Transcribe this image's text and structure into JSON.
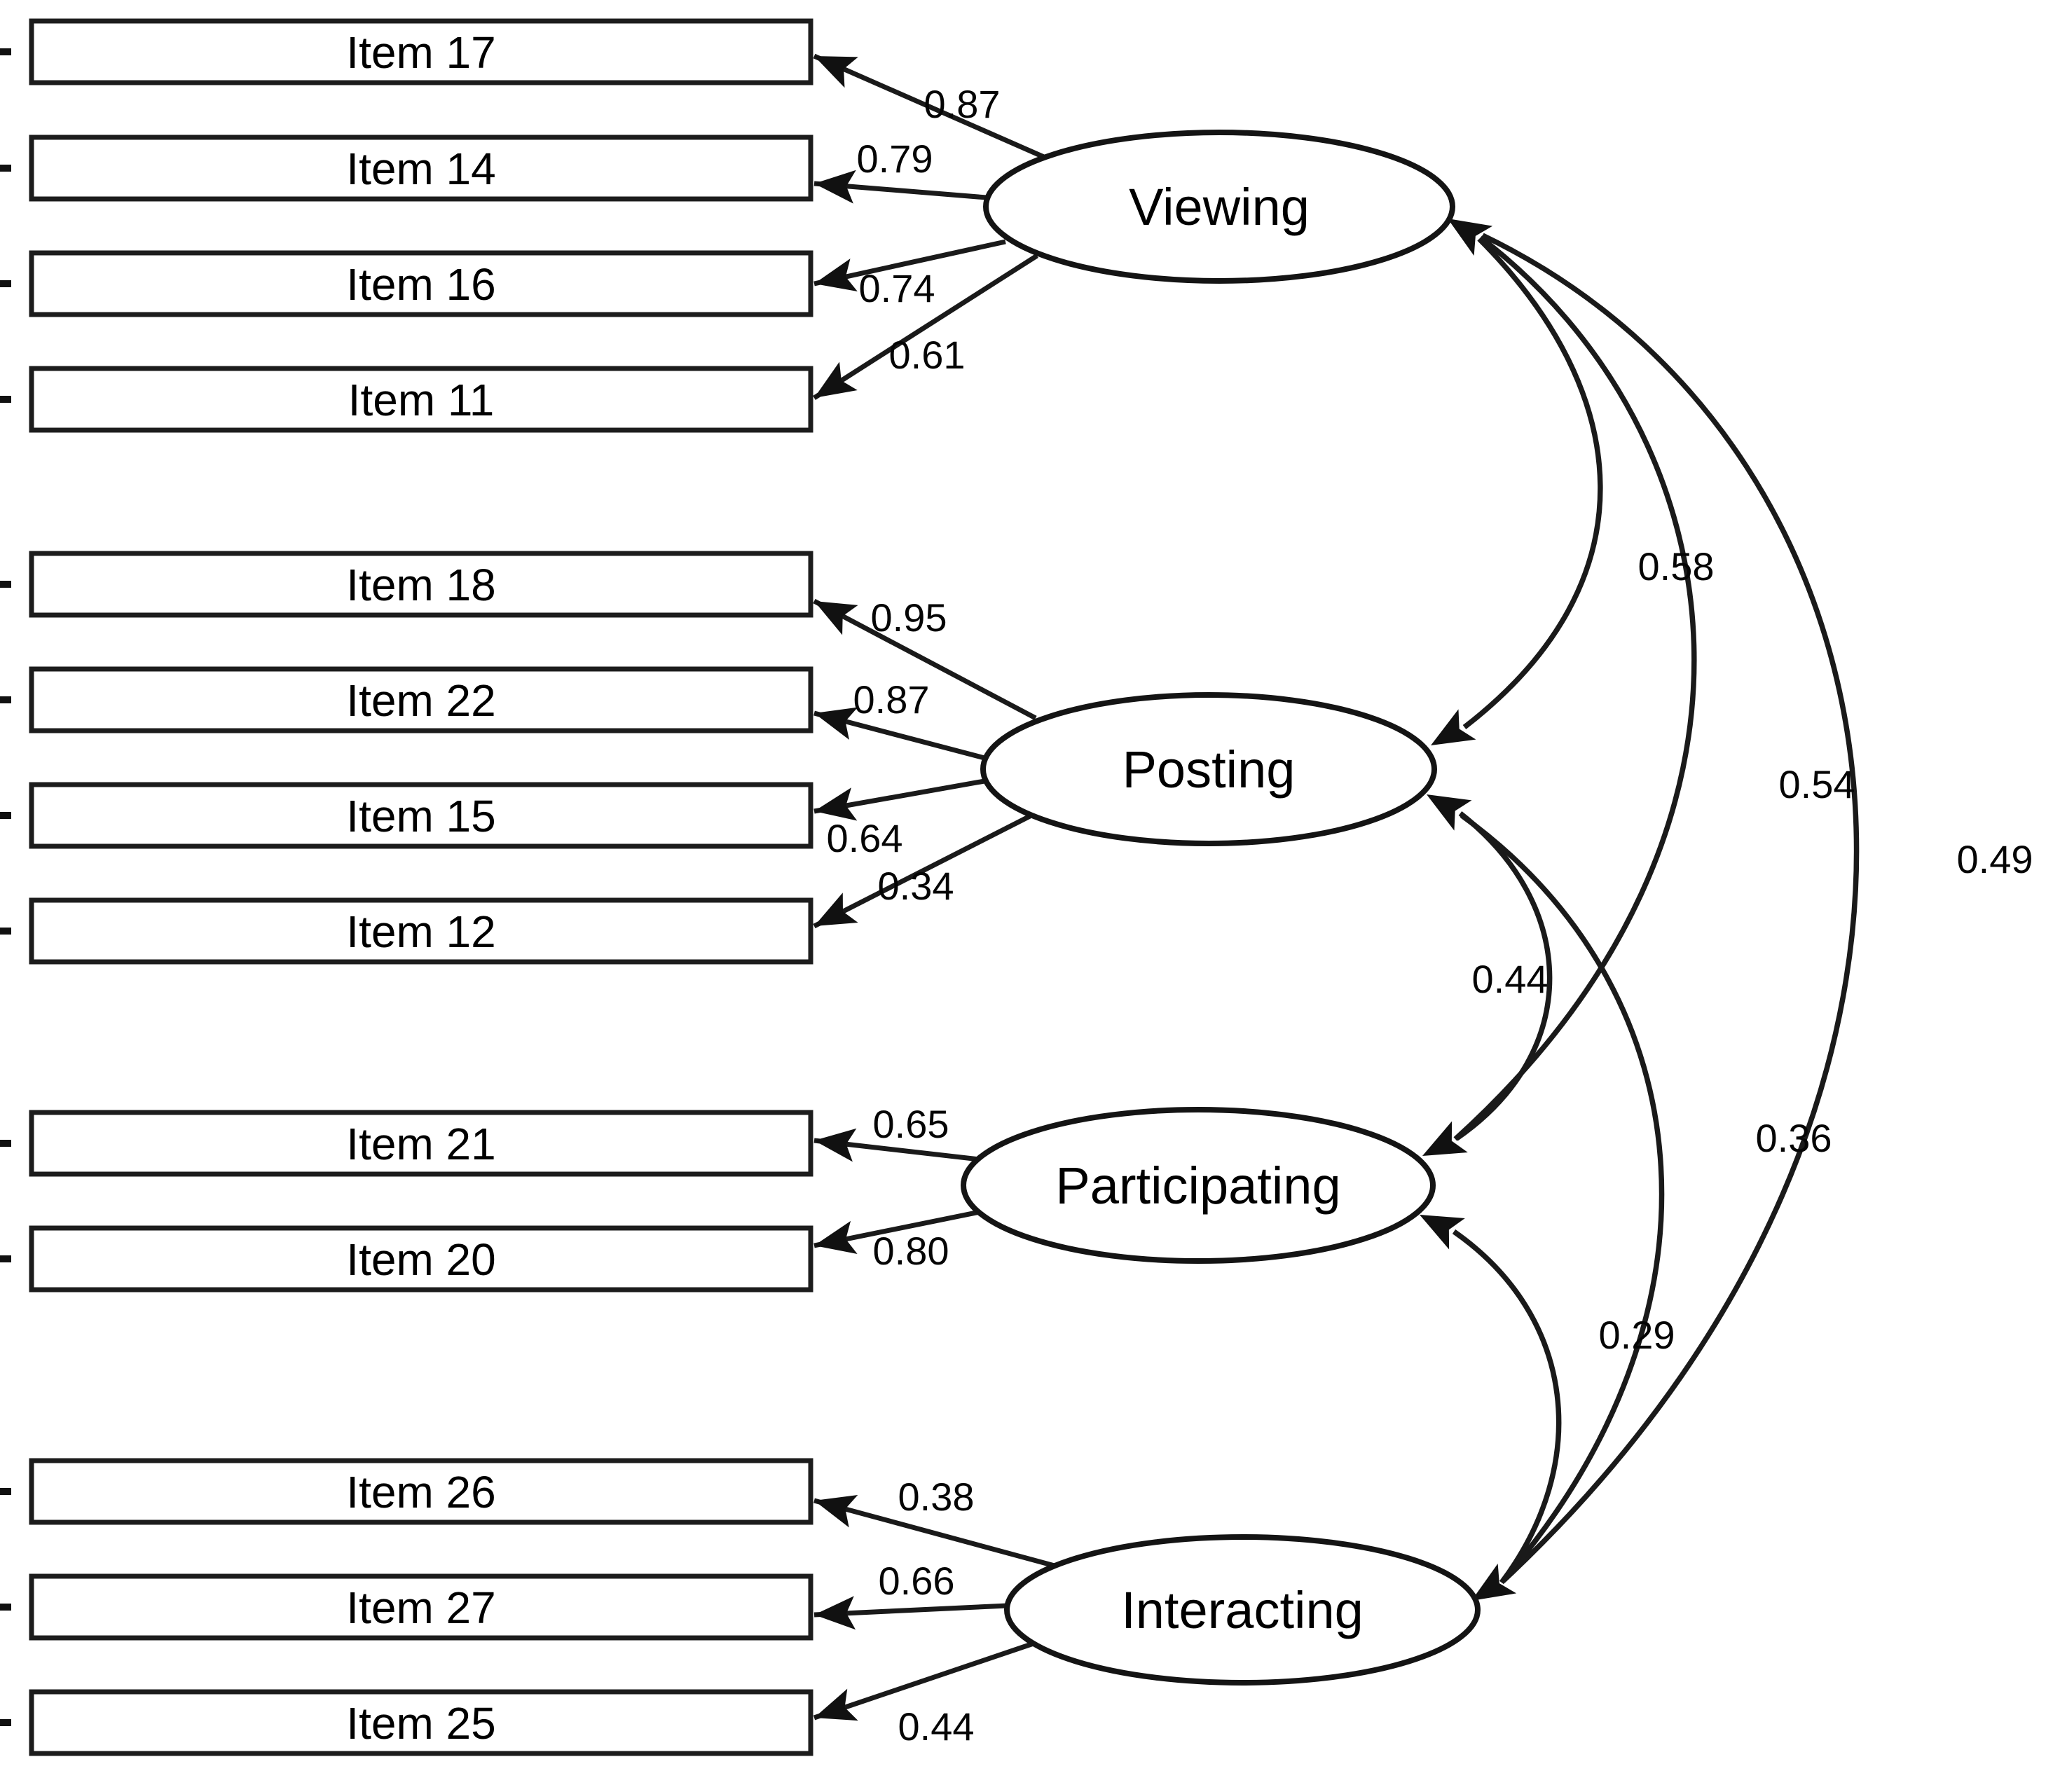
{
  "figure": {
    "type": "confirmatory-factor-analysis-path-diagram",
    "background": "#ffffff",
    "line_color": "#1a1a1a",
    "text_color": "#000000"
  },
  "factors": [
    {
      "name": "Viewing",
      "items": [
        {
          "label": "Item 17",
          "loading": "0.87"
        },
        {
          "label": "Item 14",
          "loading": "0.79"
        },
        {
          "label": "Item 16",
          "loading": "0.74"
        },
        {
          "label": "Item 11",
          "loading": "0.61"
        }
      ]
    },
    {
      "name": "Posting",
      "items": [
        {
          "label": "Item 18",
          "loading": "0.95"
        },
        {
          "label": "Item 22",
          "loading": "0.87"
        },
        {
          "label": "Item 15",
          "loading": "0.64"
        },
        {
          "label": "Item 12",
          "loading": "0.34"
        }
      ]
    },
    {
      "name": "Participating",
      "items": [
        {
          "label": "Item 21",
          "loading": "0.65"
        },
        {
          "label": "Item 20",
          "loading": "0.80"
        }
      ]
    },
    {
      "name": "Interacting",
      "items": [
        {
          "label": "Item 26",
          "loading": "0.38"
        },
        {
          "label": "Item 27",
          "loading": "0.66"
        },
        {
          "label": "Item 25",
          "loading": "0.44"
        }
      ]
    }
  ],
  "correlations": [
    {
      "between": "Viewing-Posting",
      "value": "0.58"
    },
    {
      "between": "Viewing-Participating",
      "value": "0.54"
    },
    {
      "between": "Viewing-Interacting",
      "value": "0.49"
    },
    {
      "between": "Posting-Participating",
      "value": "0.44"
    },
    {
      "between": "Posting-Interacting",
      "value": "0.36"
    },
    {
      "between": "Participating-Interacting",
      "value": "0.29"
    }
  ]
}
